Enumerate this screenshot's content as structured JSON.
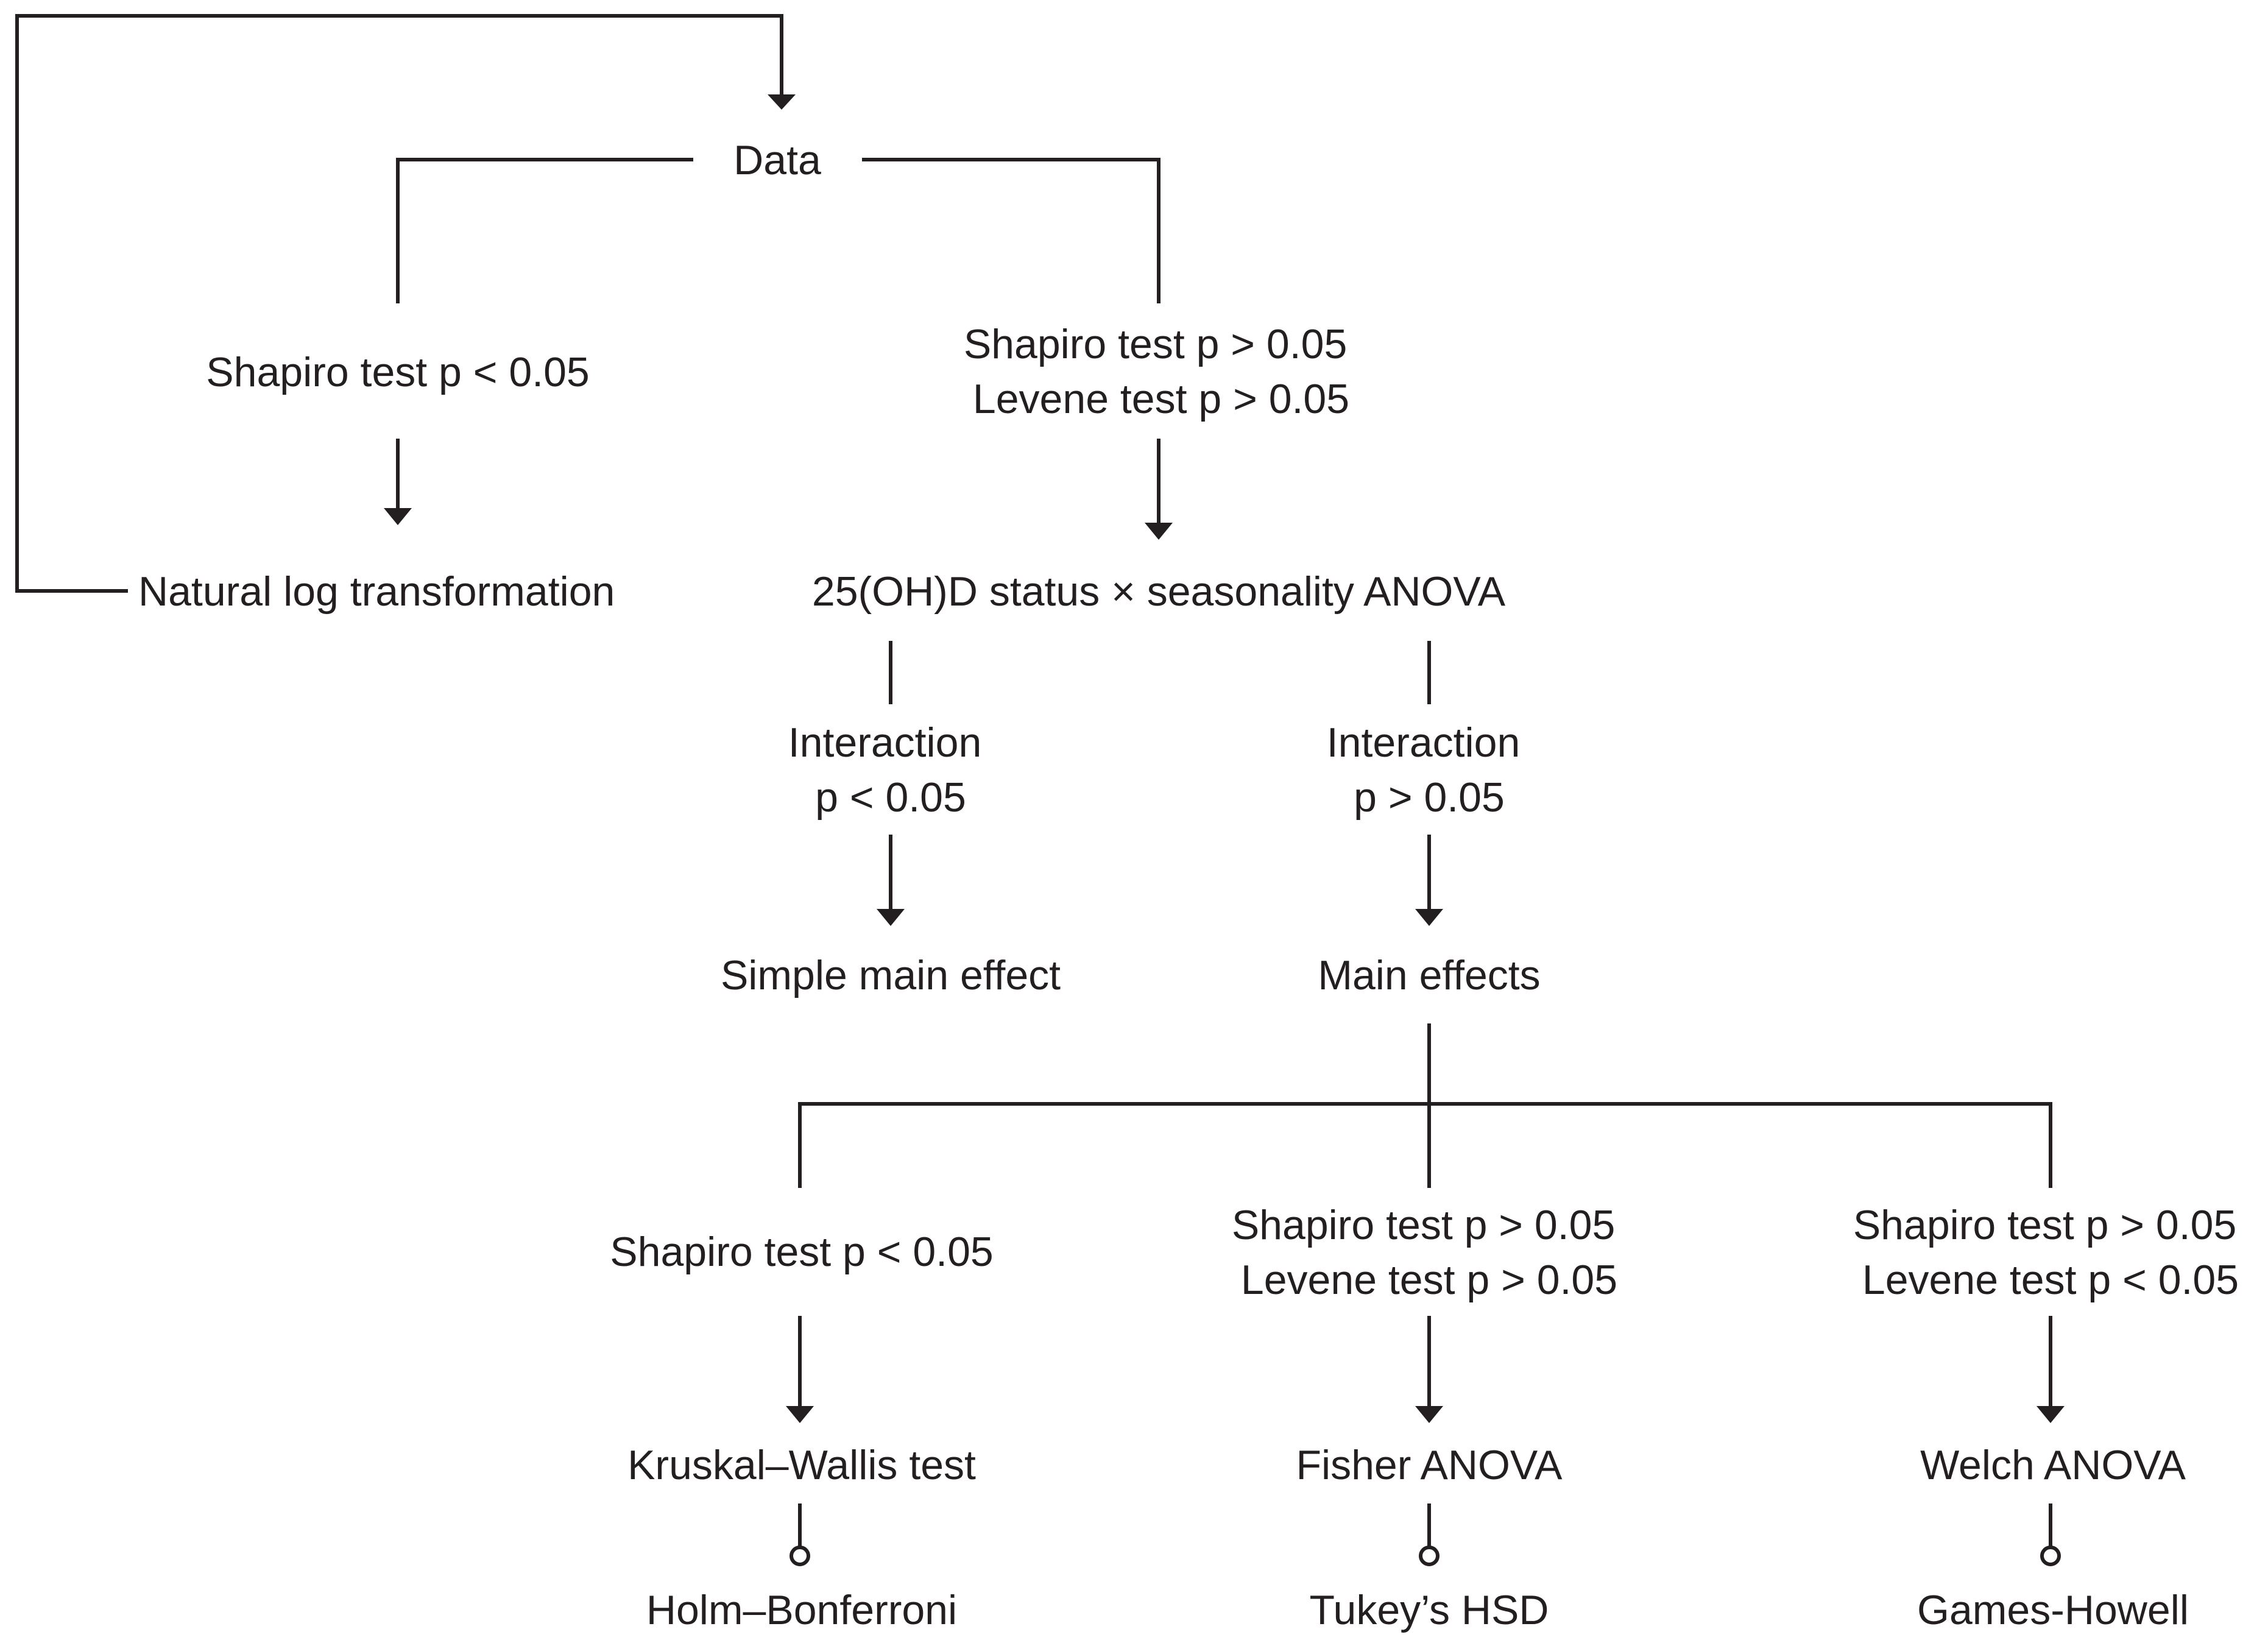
{
  "nodes": {
    "data": "Data",
    "shapiro_fail_top": "Shapiro test p < 0.05",
    "shapiro_pass_top": [
      "Shapiro test p > 0.05",
      "Levene test p > 0.05"
    ],
    "log_transform": "Natural log transformation",
    "anova": "25(OH)D status × seasonality ANOVA",
    "interaction_sig": [
      "Interaction",
      "p < 0.05"
    ],
    "interaction_nonsig": [
      "Interaction",
      "p > 0.05"
    ],
    "simple_main_effect": "Simple main effect",
    "main_effects": "Main effects",
    "shapiro_fail_bottom": "Shapiro test p < 0.05",
    "shapiro_levene_pass": [
      "Shapiro test p > 0.05",
      "Levene test p > 0.05"
    ],
    "shapiro_pass_levene_fail": [
      "Shapiro test p > 0.05",
      "Levene test p < 0.05"
    ],
    "kruskal_wallis": "Kruskal–Wallis test",
    "fisher_anova": "Fisher ANOVA",
    "welch_anova": "Welch ANOVA",
    "holm_bonferroni": "Holm–Bonferroni",
    "tukey_hsd": "Tukey’s HSD",
    "games_howell": "Games-Howell"
  }
}
